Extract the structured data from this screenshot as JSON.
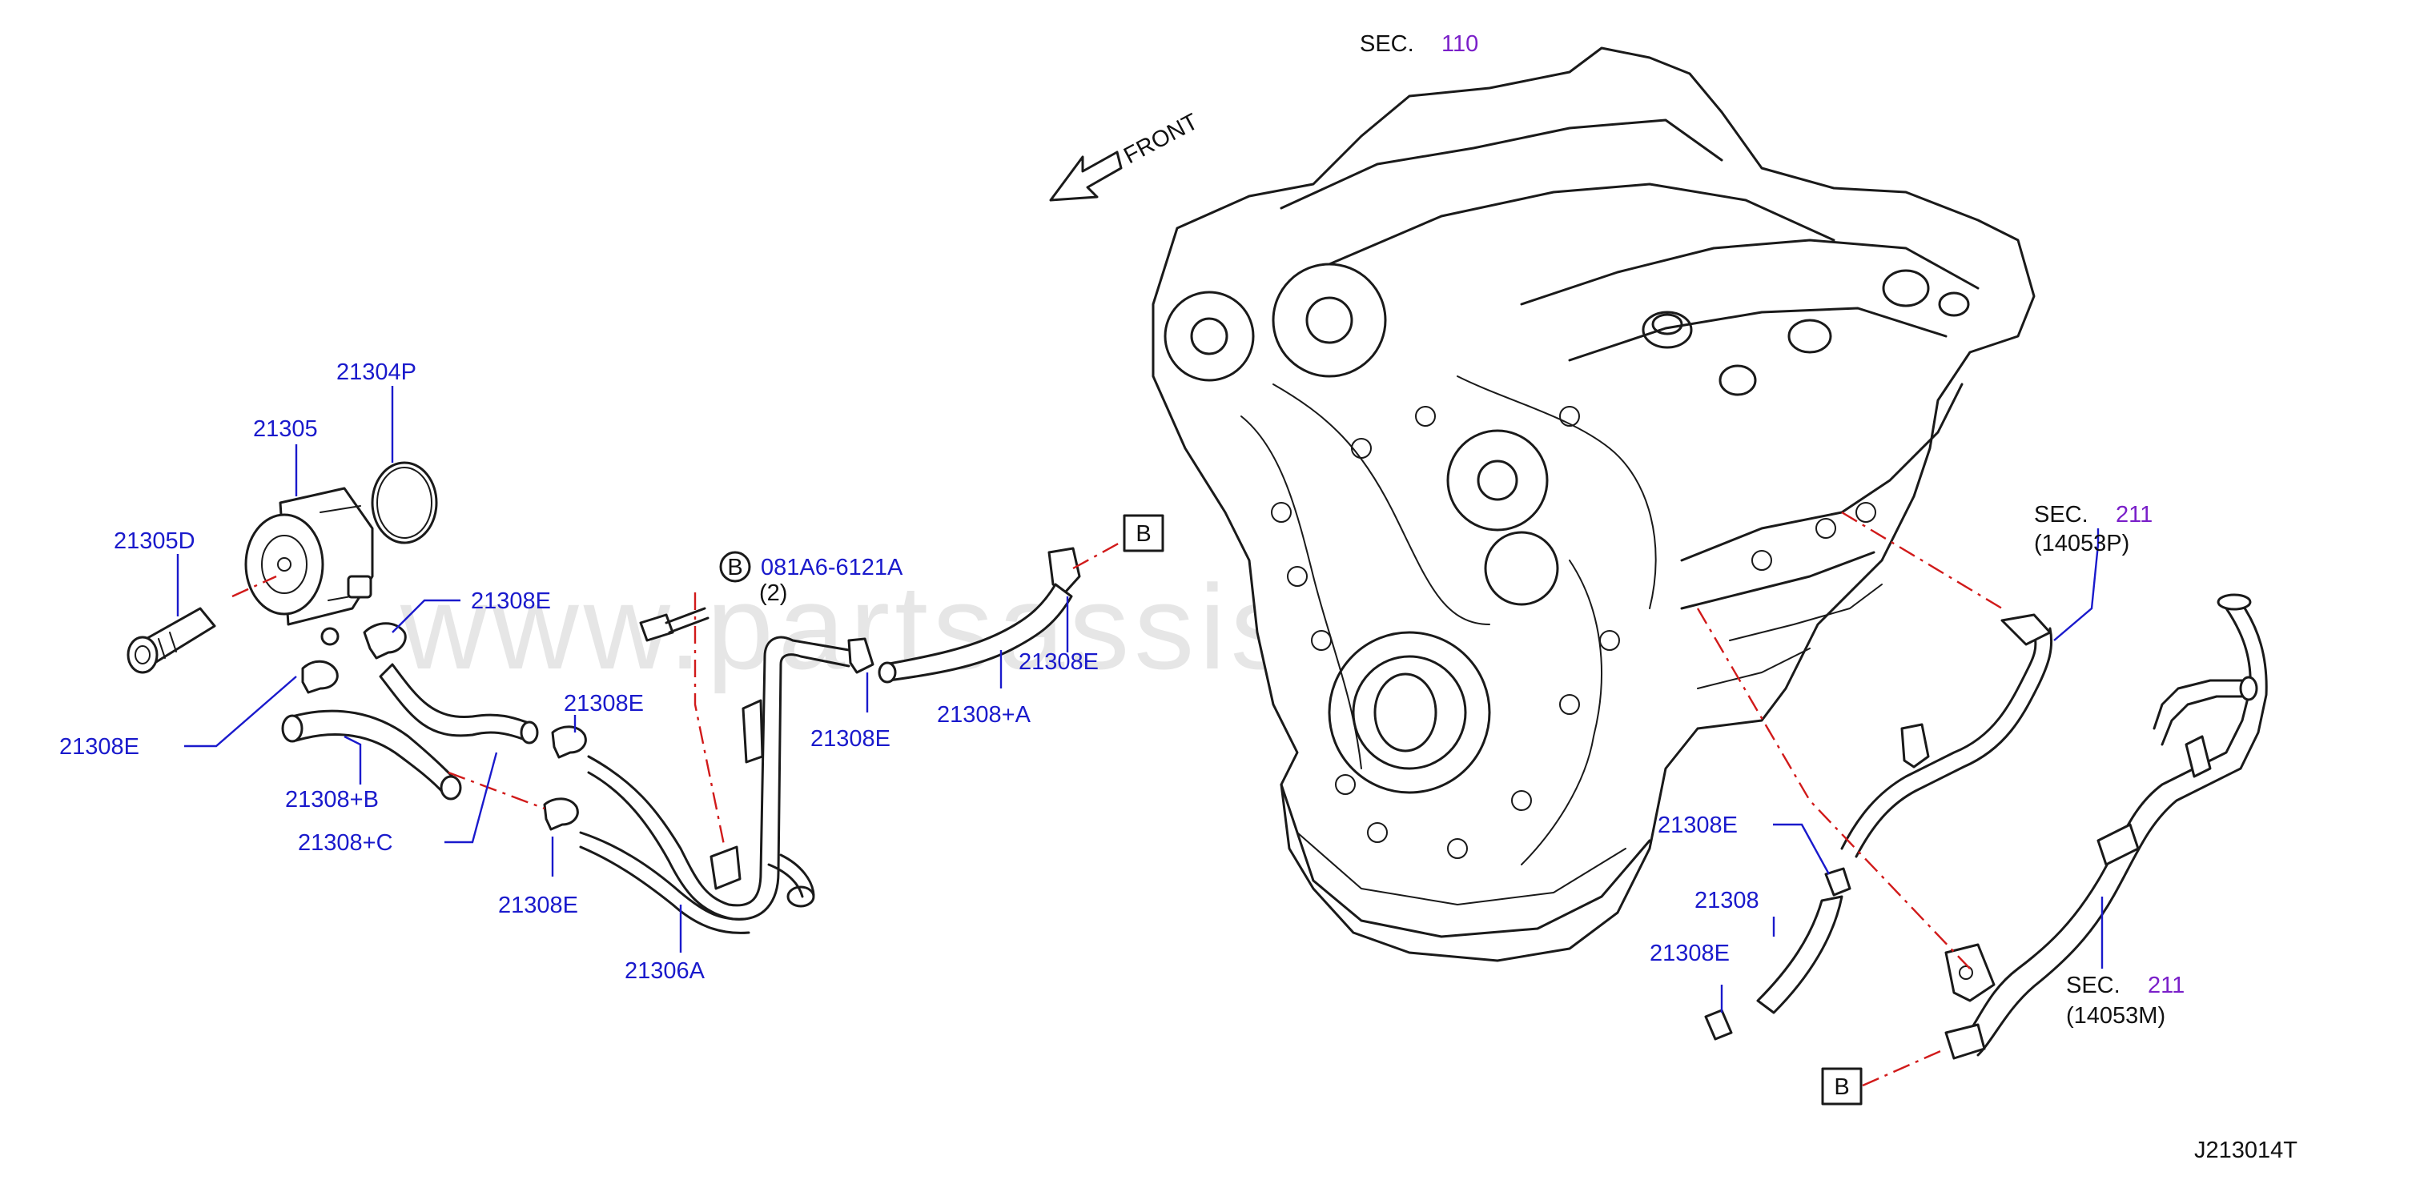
{
  "front_label": "FRONT",
  "watermark": "www.partsassistant.com",
  "diagram_code": "J213014T",
  "sections": [
    {
      "prefix": "SEC.",
      "number": "110",
      "sub": ""
    },
    {
      "prefix": "SEC.",
      "number": "211",
      "sub": "(14053P)"
    },
    {
      "prefix": "SEC.",
      "number": "211",
      "sub": "(14053M)"
    }
  ],
  "parts": {
    "p21304P": "21304P",
    "p21305": "21305",
    "p21305D": "21305D",
    "p21308E_a": "21308E",
    "p21308E_b": "21308E",
    "p21308Pb": "21308+B",
    "p21308Pc": "21308+C",
    "p21308E_c": "21308E",
    "p21308E_d": "21308E",
    "p21306A": "21306A",
    "bolt": "081A6-6121A",
    "bolt_qty": "(2)",
    "bolt_ref": "B",
    "p21308E_e": "21308E",
    "p21308E_f": "21308E",
    "p21308Pa": "21308+A",
    "p21308E_g": "21308E",
    "p21308": "21308",
    "p21308E_h": "21308E"
  },
  "connector_refs": {
    "left": "B",
    "right": "B"
  }
}
